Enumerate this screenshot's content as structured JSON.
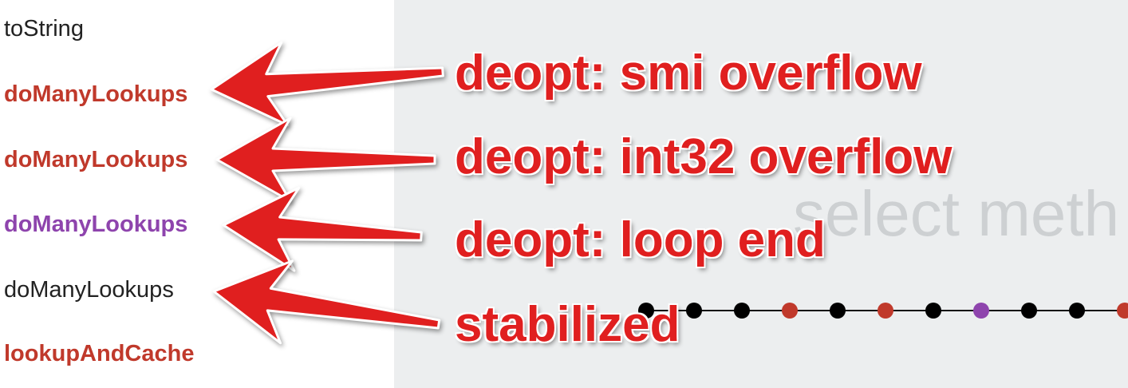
{
  "sidebar": {
    "methods": [
      {
        "label": "toString",
        "style": "plain",
        "color": "#222222"
      },
      {
        "label": "doManyLookups",
        "style": "bold",
        "color": "#c0392b"
      },
      {
        "label": "doManyLookups",
        "style": "bold",
        "color": "#c0392b"
      },
      {
        "label": "doManyLookups",
        "style": "bold",
        "color": "#8e44ad"
      },
      {
        "label": "doManyLookups",
        "style": "plain",
        "color": "#222222"
      },
      {
        "label": "lookupAndCache",
        "style": "bold",
        "color": "#c0392b"
      }
    ]
  },
  "main": {
    "placeholder": "select meth"
  },
  "timeline": {
    "dot_colors": [
      "#000000",
      "#000000",
      "#000000",
      "#c0392b",
      "#000000",
      "#c0392b",
      "#000000",
      "#8e44ad",
      "#000000",
      "#000000",
      "#c0392b"
    ]
  },
  "annotations": {
    "color": "#e01f1f",
    "labels": [
      "deopt: smi overflow",
      "deopt: int32 overflow",
      "deopt: loop end",
      "stabilized"
    ]
  }
}
